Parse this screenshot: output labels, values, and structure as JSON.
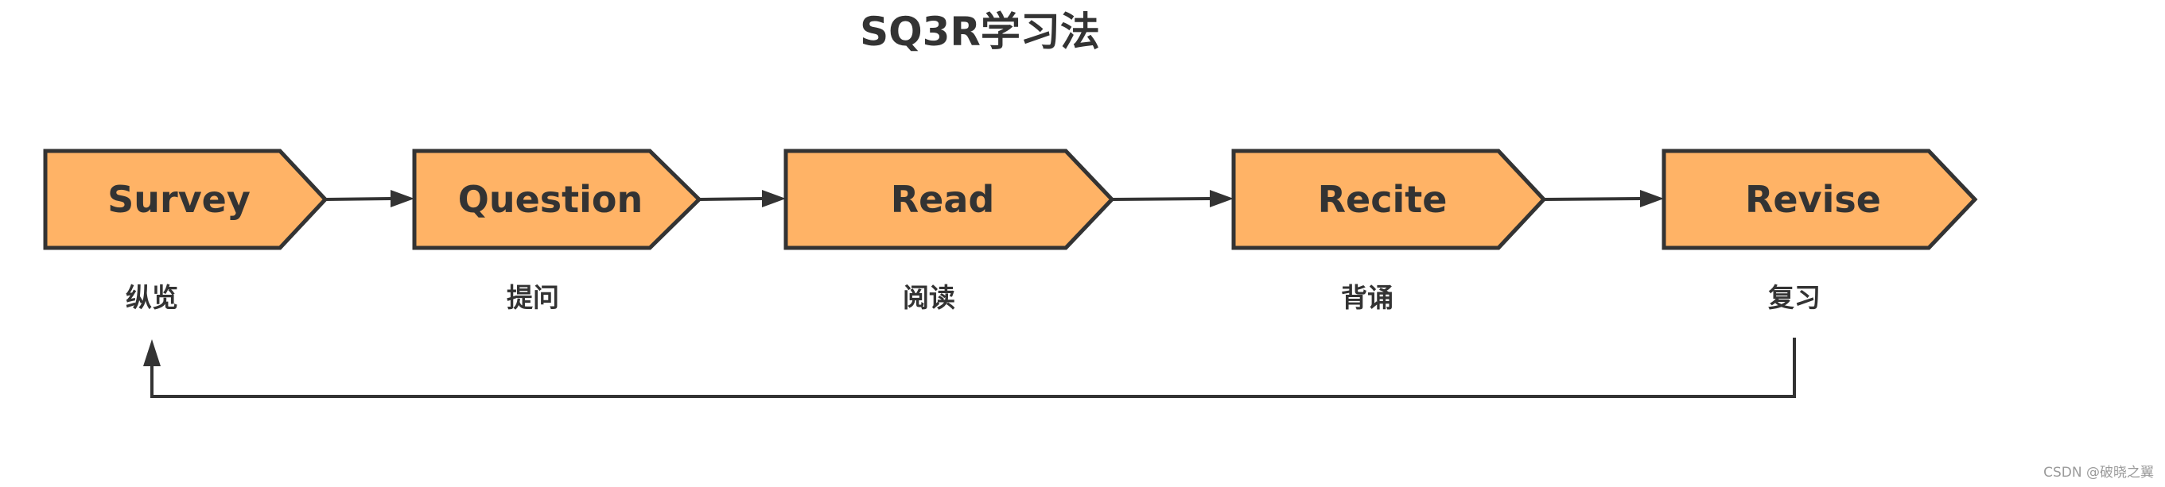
{
  "title": "SQ3R学习法",
  "colors": {
    "shape_fill": "#ffb366",
    "outline": "#333333",
    "text": "#333333",
    "watermark": "#9a9a9a"
  },
  "steps": [
    {
      "label": "Survey",
      "sublabel": "纵览"
    },
    {
      "label": "Question",
      "sublabel": "提问"
    },
    {
      "label": "Read",
      "sublabel": "阅读"
    },
    {
      "label": "Recite",
      "sublabel": "背诵"
    },
    {
      "label": "Revise",
      "sublabel": "复习"
    }
  ],
  "feedback_loop": {
    "from": 4,
    "to": 0
  },
  "watermark": "CSDN @破晓之翼"
}
